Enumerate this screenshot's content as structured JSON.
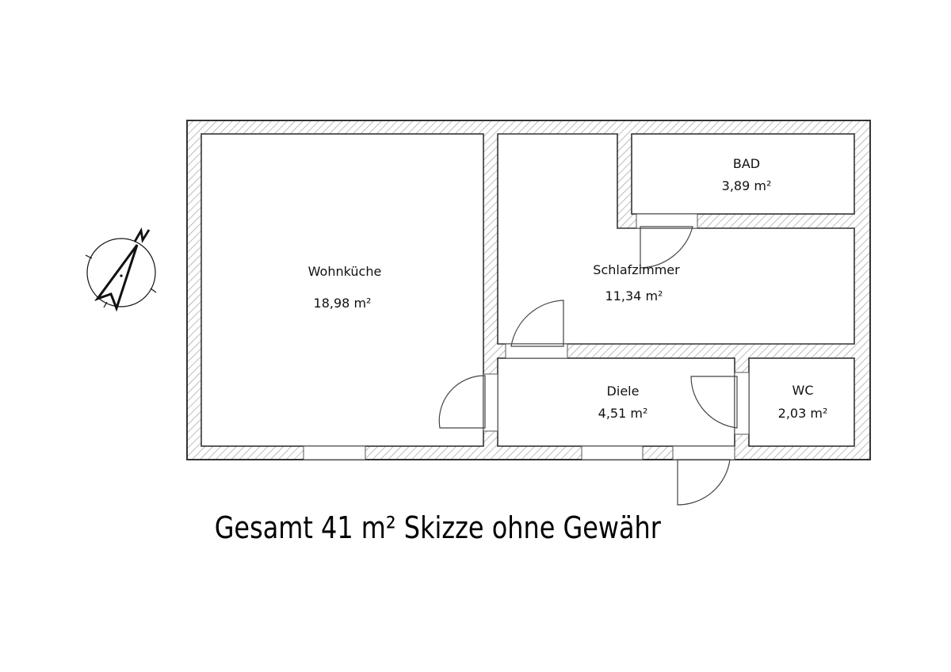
{
  "plan": {
    "type": "floor-plan",
    "rooms": [
      {
        "id": "wohnkueche",
        "name": "Wohnküche",
        "area": "18,98 m²"
      },
      {
        "id": "schlafzimmer",
        "name": "Schlafzimmer",
        "area": "11,34 m²"
      },
      {
        "id": "bad",
        "name": "BAD",
        "area": "3,89 m²"
      },
      {
        "id": "diele",
        "name": "Diele",
        "area": "4,51 m²"
      },
      {
        "id": "wc",
        "name": "WC",
        "area": "2,03 m²"
      }
    ],
    "compass": {
      "label": "N"
    },
    "caption": "Gesamt 41 m² Skizze ohne Gewähr"
  },
  "colors": {
    "wall_line": "#333333",
    "hatch": "#9a9a9a",
    "background": "#ffffff"
  }
}
